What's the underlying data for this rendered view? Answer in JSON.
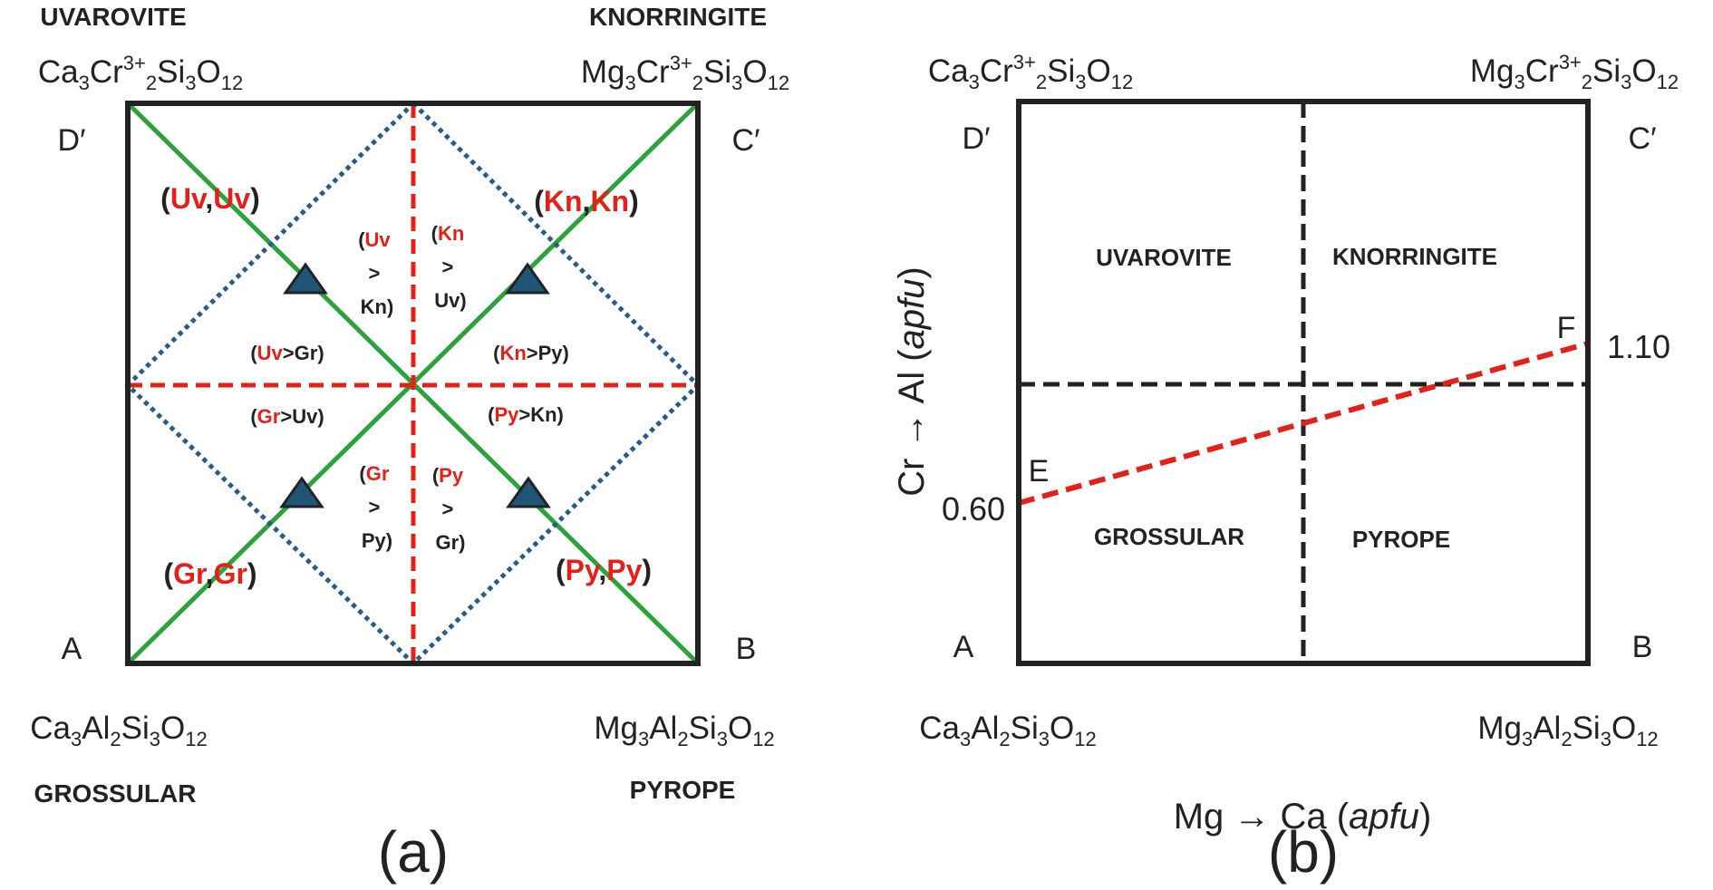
{
  "colors": {
    "red": "#e32119",
    "green": "#2aa33a",
    "blue_dotted": "#2b5b84",
    "triangle_fill": "#1f5678",
    "black": "#222222"
  },
  "panel_a": {
    "caption": "(a)",
    "top_left_name": "UVAROVITE",
    "top_right_name": "KNORRINGITE",
    "bottom_left_name": "GROSSULAR",
    "bottom_right_name": "PYROPE",
    "formula_top_left": {
      "p1": "Ca",
      "s1": "3",
      "p2": "Cr",
      "sup": "3+",
      "s2": "2",
      "p3": "Si",
      "s3": "3",
      "p4": "O",
      "s4": "12"
    },
    "formula_top_right": {
      "p1": "Mg",
      "s1": "3",
      "p2": "Cr",
      "sup": "3+",
      "s2": "2",
      "p3": "Si",
      "s3": "3",
      "p4": "O",
      "s4": "12"
    },
    "formula_bottom_left": {
      "p1": "Ca",
      "s1": "3",
      "p2": "Al",
      "s2": "2",
      "p3": "Si",
      "s3": "3",
      "p4": "O",
      "s4": "12"
    },
    "formula_bottom_right": {
      "p1": "Mg",
      "s1": "3",
      "p2": "Al",
      "s2": "2",
      "p3": "Si",
      "s3": "3",
      "p4": "O",
      "s4": "12"
    },
    "corners": {
      "top_left": "D′",
      "top_right": "C′",
      "bottom_left": "A",
      "bottom_right": "B"
    },
    "labels": {
      "uvuv": {
        "open": "(",
        "a": "Uv",
        "comma": ",",
        "b": "Uv",
        "close": ")"
      },
      "knkn": {
        "open": "(",
        "a": "Kn",
        "comma": ",",
        "b": "Kn",
        "close": ")"
      },
      "grgr": {
        "open": "(",
        "a": "Gr",
        "comma": ",",
        "b": "Gr",
        "close": ")"
      },
      "pypy": {
        "open": "(",
        "a": "Py",
        "comma": ",",
        "b": "Py",
        "close": ")"
      },
      "uv_gr": {
        "open": "(",
        "red": "Uv",
        "rest": ">Gr)"
      },
      "kn_py": {
        "open": "(",
        "red": "Kn",
        "rest": ">Py)"
      },
      "gr_uv": {
        "open": "(",
        "red": "Gr",
        "rest": ">Uv)"
      },
      "py_kn": {
        "open": "(",
        "red": "Py",
        "rest": ">Kn)"
      },
      "uv_kn": {
        "open": "(",
        "red": "Uv",
        "gt": ">",
        "last": "Kn)"
      },
      "kn_uv": {
        "open": "(",
        "red": "Kn",
        "gt": ">",
        "last": "Uv)"
      },
      "gr_py": {
        "open": "(",
        "red": "Gr",
        "gt": ">",
        "last": "Py)"
      },
      "py_gr": {
        "open": "(",
        "red": "Py",
        "gt": ">",
        "last": "Gr)"
      }
    }
  },
  "panel_b": {
    "caption": "(b)",
    "formula_top_left": {
      "p1": "Ca",
      "s1": "3",
      "p2": "Cr",
      "sup": "3+",
      "s2": "2",
      "p3": "Si",
      "s3": "3",
      "p4": "O",
      "s4": "12"
    },
    "formula_top_right": {
      "p1": "Mg",
      "s1": "3",
      "p2": "Cr",
      "sup": "3+",
      "s2": "2",
      "p3": "Si",
      "s3": "3",
      "p4": "O",
      "s4": "12"
    },
    "formula_bottom_left": {
      "p1": "Ca",
      "s1": "3",
      "p2": "Al",
      "s2": "2",
      "p3": "Si",
      "s3": "3",
      "p4": "O",
      "s4": "12"
    },
    "formula_bottom_right": {
      "p1": "Mg",
      "s1": "3",
      "p2": "Al",
      "s2": "2",
      "p3": "Si",
      "s3": "3",
      "p4": "O",
      "s4": "12"
    },
    "corners": {
      "top_left": "D′",
      "top_right": "C′",
      "bottom_left": "A",
      "bottom_right": "B"
    },
    "regions": {
      "top_left": "UVAROVITE",
      "top_right": "KNORRINGITE",
      "bottom_left": "GROSSULAR",
      "bottom_right": "PYROPE"
    },
    "y_axis": {
      "prefix": "Cr → Al (",
      "italic": "apfu",
      "suffix": ")"
    },
    "x_axis": {
      "prefix": "Mg → Ca (",
      "italic": "apfu",
      "suffix": ")"
    },
    "point_e": "E",
    "point_f": "F",
    "value_e": "0.60",
    "value_f": "1.10"
  }
}
